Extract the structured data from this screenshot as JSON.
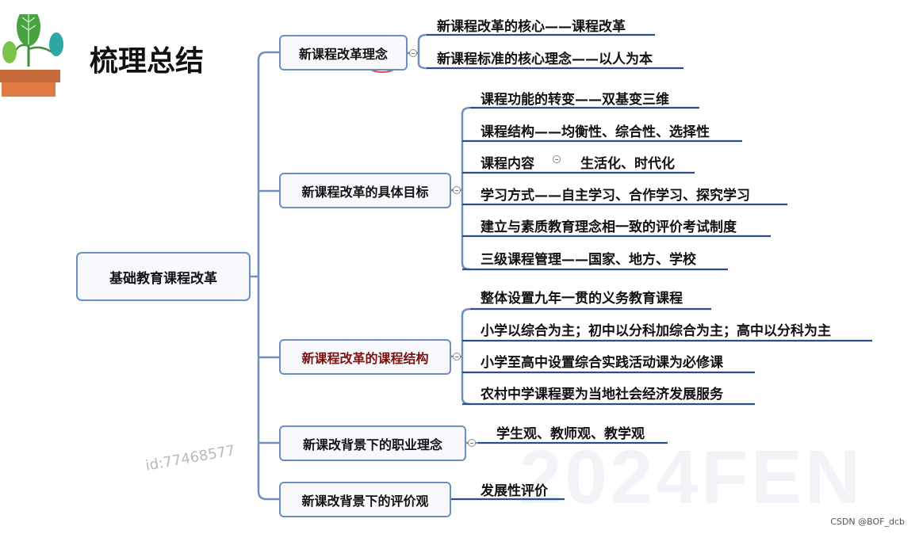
{
  "page_title": "梳理总结",
  "root": "基础教育课程改革",
  "branches": [
    {
      "label": "新课程改革理念",
      "items": [
        "新课程改革的核心——课程改革",
        "新课程标准的核心理念——以人为本"
      ]
    },
    {
      "label": "新课程改革的具体目标",
      "items": [
        "课程功能的转变——双基变三维",
        "课程结构——均衡性、综合性、选择性",
        "课程内容",
        "生活化、时代化",
        "学习方式——自主学习、合作学习、探究学习",
        "建立与素质教育理念相一致的评价考试制度",
        "三级课程管理——国家、地方、学校"
      ]
    },
    {
      "label": "新课程改革的课程结构",
      "items": [
        "整体设置九年一贯的义务教育课程",
        "小学以综合为主；初中以分科加综合为主；高中以分科为主",
        "小学至高中设置综合实践活动课为必修课",
        "农村中学课程要为当地社会经济发展服务"
      ]
    },
    {
      "label": "新课改背景下的职业理念",
      "items": [
        "学生观、教师观、教学观"
      ]
    },
    {
      "label": "新课改背景下的评价观",
      "items": [
        "发展性评价"
      ]
    }
  ],
  "watermark": "2024FEN",
  "id_mark": "id:77468577",
  "credit": "CSDN @BOF_dcb",
  "colors": {
    "node_border": "#6b8fbf",
    "node_fill": "#f7f9fc",
    "underline": "#2a4f86",
    "connector": "#6f8fb8",
    "highlight_text": "#7a1010",
    "annotation_circle": "#d94a4a"
  }
}
